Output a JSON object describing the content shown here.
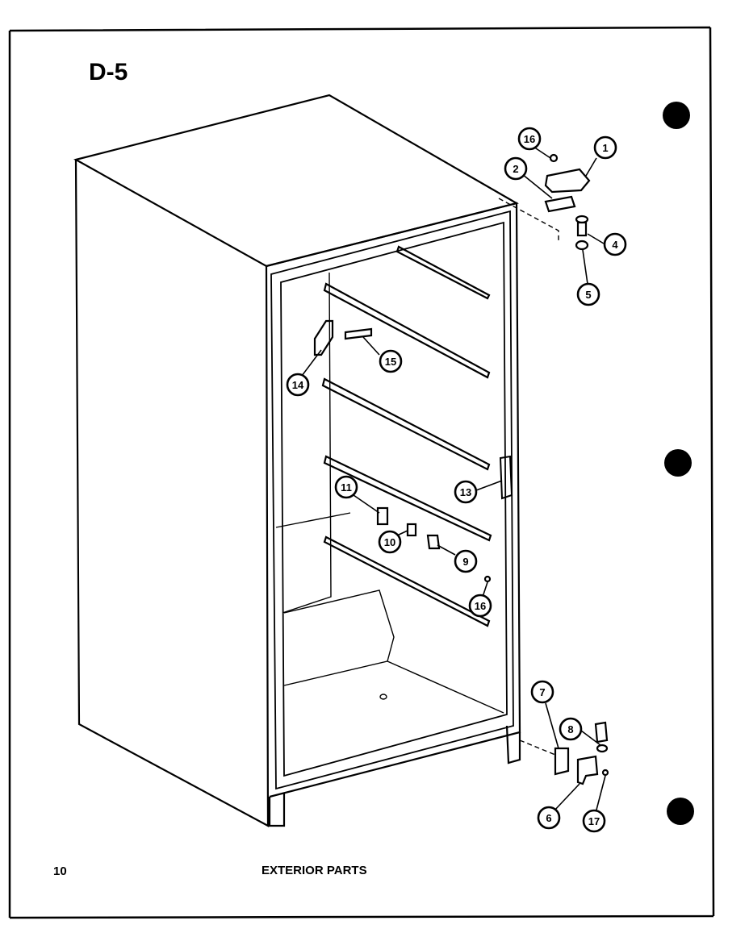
{
  "header": {
    "section_code": "D-5"
  },
  "footer": {
    "page_number": "10",
    "caption": "EXTERIOR PARTS"
  },
  "callouts": [
    {
      "id": "c1",
      "label": "1"
    },
    {
      "id": "c2",
      "label": "2"
    },
    {
      "id": "c16a",
      "label": "16"
    },
    {
      "id": "c4",
      "label": "4"
    },
    {
      "id": "c5",
      "label": "5"
    },
    {
      "id": "c15",
      "label": "15"
    },
    {
      "id": "c14",
      "label": "14"
    },
    {
      "id": "c13",
      "label": "13"
    },
    {
      "id": "c11",
      "label": "11"
    },
    {
      "id": "c10",
      "label": "10"
    },
    {
      "id": "c9",
      "label": "9"
    },
    {
      "id": "c16b",
      "label": "16"
    },
    {
      "id": "c7",
      "label": "7"
    },
    {
      "id": "c8",
      "label": "8"
    },
    {
      "id": "c6",
      "label": "6"
    },
    {
      "id": "c17",
      "label": "17"
    }
  ]
}
